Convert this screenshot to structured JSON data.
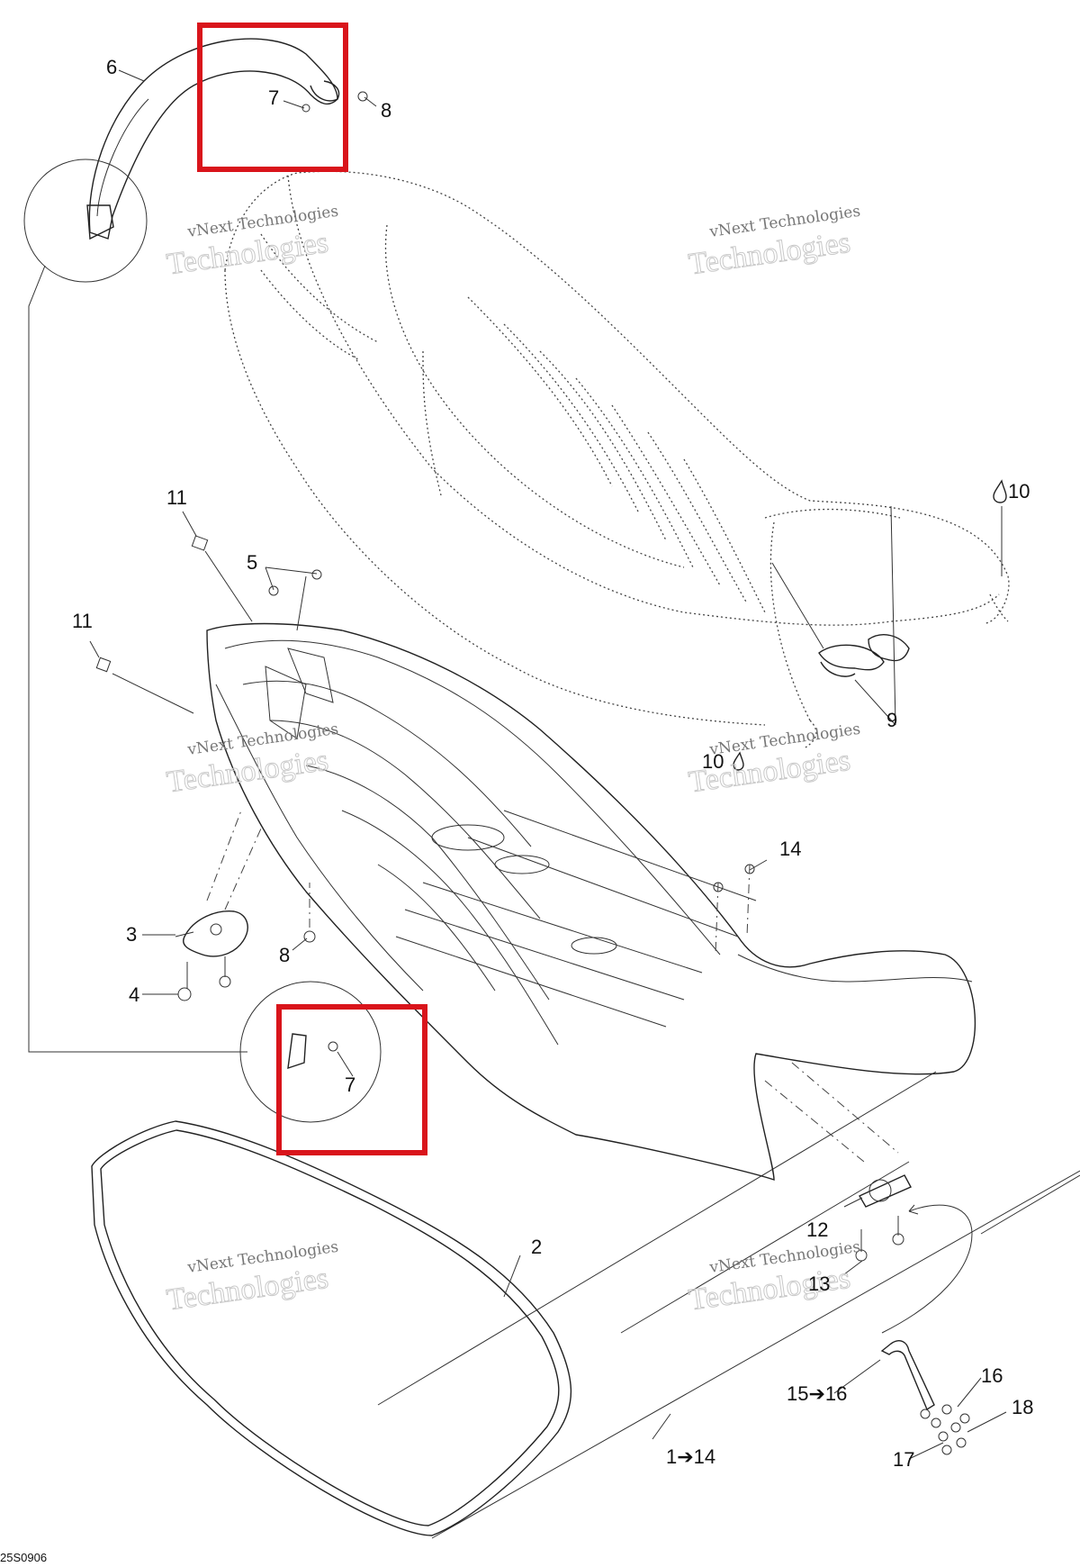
{
  "diagram": {
    "reference_code": "25S0906",
    "watermark_line1": "vNext Technologies",
    "watermark_line2": "Technologies",
    "highlight_color": "#d9141b",
    "line_color": "#222222",
    "callouts": {
      "c2": "2",
      "c3": "3",
      "c4": "4",
      "c5": "5",
      "c6": "6",
      "c7_top": "7",
      "c7_detail": "7",
      "c8_top": "8",
      "c8_mid": "8",
      "c9": "9",
      "c10": "10",
      "c10_b": "10",
      "c11_top": "11",
      "c11_left": "11",
      "c12": "12",
      "c13": "13",
      "c14": "14",
      "c14_range": "1➔14",
      "c15_16": "15➔16",
      "c16": "16",
      "c17": "17",
      "c18": "18"
    }
  }
}
